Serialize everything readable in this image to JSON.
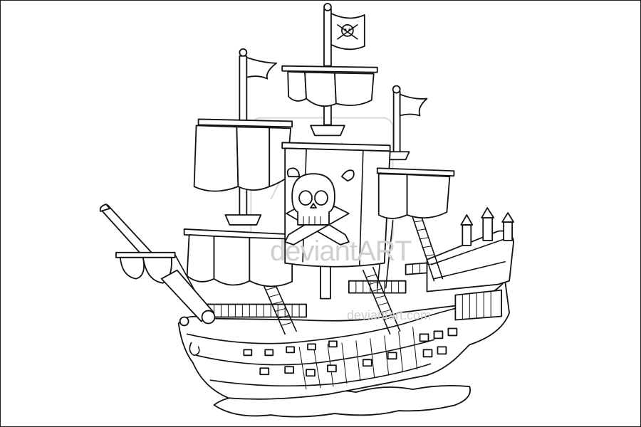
{
  "image": {
    "subject": "pirate-ship",
    "palette": {
      "background": "#ffffff",
      "ink": "#111111",
      "watermark": "#d0d0d0"
    }
  },
  "watermark": {
    "brand": "deviantART",
    "url_text": "deviantart.com"
  }
}
